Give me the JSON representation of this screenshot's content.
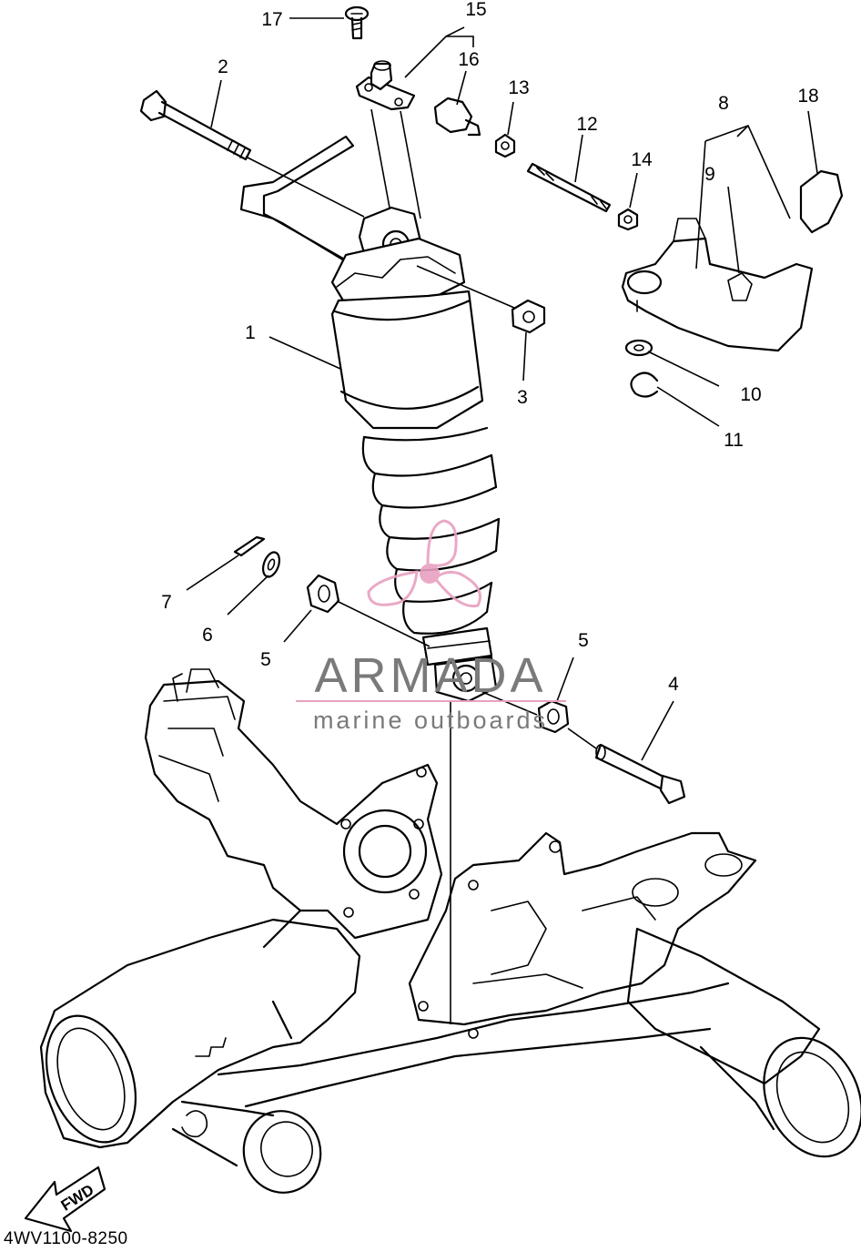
{
  "diagram": {
    "callouts": [
      {
        "id": "c1",
        "label": "1"
      },
      {
        "id": "c2",
        "label": "2"
      },
      {
        "id": "c3",
        "label": "3"
      },
      {
        "id": "c4",
        "label": "4"
      },
      {
        "id": "c5a",
        "label": "5"
      },
      {
        "id": "c5b",
        "label": "5"
      },
      {
        "id": "c6",
        "label": "6"
      },
      {
        "id": "c7",
        "label": "7"
      },
      {
        "id": "c8",
        "label": "8"
      },
      {
        "id": "c9",
        "label": "9"
      },
      {
        "id": "c10",
        "label": "10"
      },
      {
        "id": "c11",
        "label": "11"
      },
      {
        "id": "c12",
        "label": "12"
      },
      {
        "id": "c13",
        "label": "13"
      },
      {
        "id": "c14",
        "label": "14"
      },
      {
        "id": "c15",
        "label": "15"
      },
      {
        "id": "c16",
        "label": "16"
      },
      {
        "id": "c17",
        "label": "17"
      },
      {
        "id": "c18",
        "label": "18"
      }
    ],
    "fwd_label": "FWD",
    "drawing_code": "4WV1100-8250"
  },
  "watermark": {
    "brand": "ARMADA",
    "subtitle": "marine outboards",
    "accent_color": "#e8a0c0",
    "text_color": "#7a7a7a"
  }
}
